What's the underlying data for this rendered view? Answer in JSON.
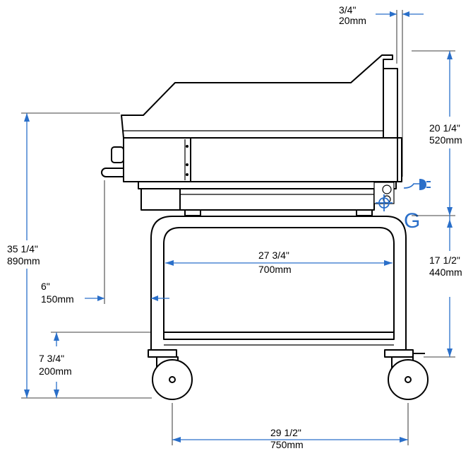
{
  "dimensions": {
    "top_offset": {
      "imperial": "3/4\"",
      "metric": "20mm"
    },
    "upper_height": {
      "imperial": "20 1/4\"",
      "metric": "520mm"
    },
    "overall_height": {
      "imperial": "35 1/4\"",
      "metric": "890mm"
    },
    "inner_width": {
      "imperial": "27 3/4\"",
      "metric": "700mm"
    },
    "lower_height": {
      "imperial": "17 1/2\"",
      "metric": "440mm"
    },
    "side_offset": {
      "imperial": "6\"",
      "metric": "150mm"
    },
    "wheel_height": {
      "imperial": "7 3/4\"",
      "metric": "200mm"
    },
    "overall_width": {
      "imperial": "29 1/2\"",
      "metric": "750mm"
    }
  },
  "gas_connection_label": "G",
  "colors": {
    "dimension": "#2a6fc9",
    "outline": "#000000"
  },
  "icons": [
    "power-plug-icon",
    "gas-connection-icon"
  ]
}
